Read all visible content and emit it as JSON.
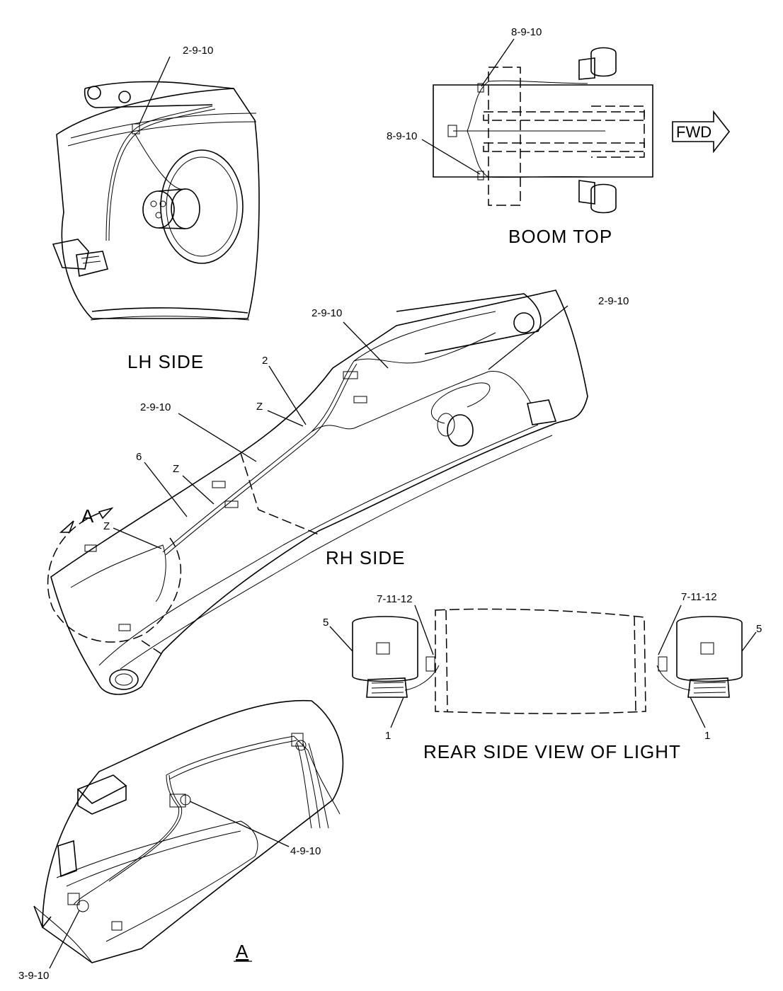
{
  "views": {
    "lh_side": "LH  SIDE",
    "boom_top": "BOOM  TOP",
    "rh_side": "RH  SIDE",
    "rear_side": "REAR  SIDE  VIEW  OF  LIGHT",
    "detail_a": "A",
    "detail_a_callout": "A"
  },
  "fwd": "FWD",
  "callouts": {
    "lh_clip": "2-9-10",
    "top_clip_upper": "8-9-10",
    "top_clip_lower": "8-9-10",
    "rh_clip_top": "2-9-10",
    "rh_clip_right": "2-9-10",
    "rh_harness": "2",
    "rh_clip_mid": "2-9-10",
    "rh_z_upper": "Z",
    "rh_wire": "6",
    "rh_z_mid": "Z",
    "rh_z_lower": "Z",
    "rear_bracket_left": "7-11-12",
    "rear_bracket_right": "7-11-12",
    "rear_lamp_left": "5",
    "rear_lamp_right": "5",
    "rear_item_left": "1",
    "rear_item_right": "1",
    "detail_clip_upper": "4-9-10",
    "detail_clip_lower": "3-9-10"
  }
}
